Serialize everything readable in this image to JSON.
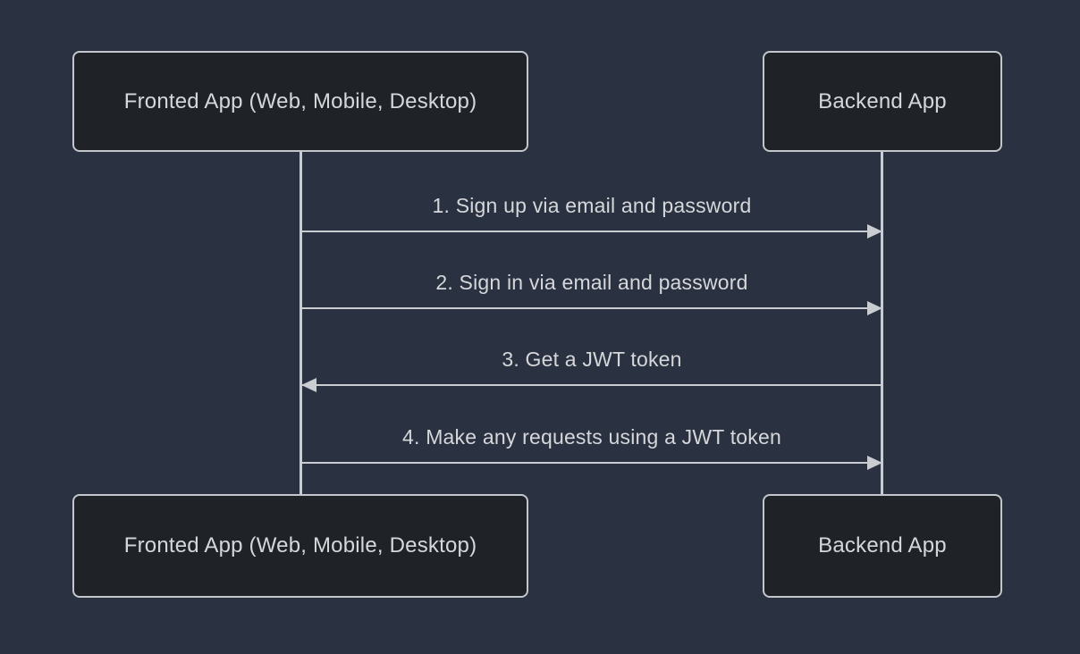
{
  "diagram": {
    "type": "sequence-diagram",
    "actors": [
      {
        "id": "frontend",
        "label": "Fronted App (Web, Mobile, Desktop)"
      },
      {
        "id": "backend",
        "label": "Backend App"
      }
    ],
    "messages": [
      {
        "seq": "1",
        "label": "1. Sign up via email and password",
        "from": "frontend",
        "to": "backend",
        "arrow": "solid-right"
      },
      {
        "seq": "2",
        "label": "2. Sign in via email and password",
        "from": "frontend",
        "to": "backend",
        "arrow": "solid-right"
      },
      {
        "seq": "3",
        "label": "3. Get a JWT token",
        "from": "backend",
        "to": "frontend",
        "arrow": "solid-left"
      },
      {
        "seq": "4",
        "label": "4. Make any requests using a JWT token",
        "from": "frontend",
        "to": "backend",
        "arrow": "solid-right"
      }
    ],
    "colors": {
      "background": "#2a3140",
      "actor_fill": "#1f2328",
      "actor_border": "#c3c7cc",
      "line": "#c9ccd0",
      "text": "#d5d7da"
    }
  }
}
